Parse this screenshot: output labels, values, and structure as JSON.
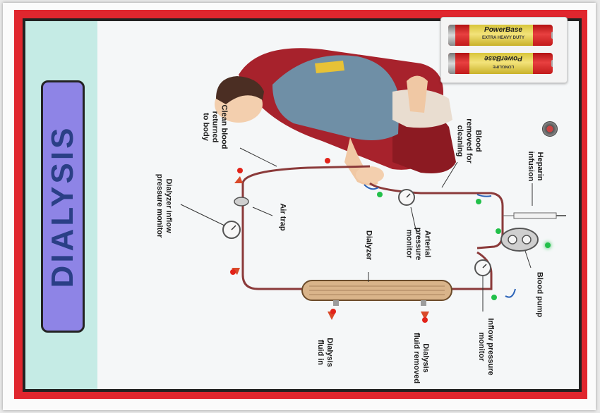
{
  "title": "DIALYSIS",
  "labels": {
    "clean_blood": "Clean blood\nreturned\nto body",
    "blood_removed": "Blood\nremoved for\ncleaning",
    "heparin": "Heparin\ninfusion",
    "inflow_monitor_top": "Dialyzer inflow\npressure monitor",
    "air_trap": "Air trap",
    "dialyzer": "Dialyzer",
    "arterial": "Arterial\npressure\nmonitor",
    "blood_pump": "Blood pump",
    "fluid_in": "Dialysis\nfluid in",
    "fluid_removed": "Dialysis\nfluid removed",
    "inflow_monitor_bottom": "Inflow pressure\nmonitor"
  },
  "battery": {
    "brand": "PowerBase",
    "duty": "EXTRA HEAVY DUTY",
    "brand_2": "PowerBase",
    "longlife": "LONGLIFE"
  },
  "colors": {
    "red_frame": "#e0262e",
    "title_box": "#8e84e6",
    "title_text": "#2a3f86",
    "teal_band": "#c5ebe5",
    "tube": "#8b3a3a",
    "led_red": "#e2231a",
    "led_green": "#22c04a"
  },
  "icons": [
    "battery-icon",
    "switch-button-icon",
    "led-icon",
    "pressure-gauge-icon",
    "syringe-icon",
    "blood-pump-icon",
    "dialyzer-icon"
  ]
}
